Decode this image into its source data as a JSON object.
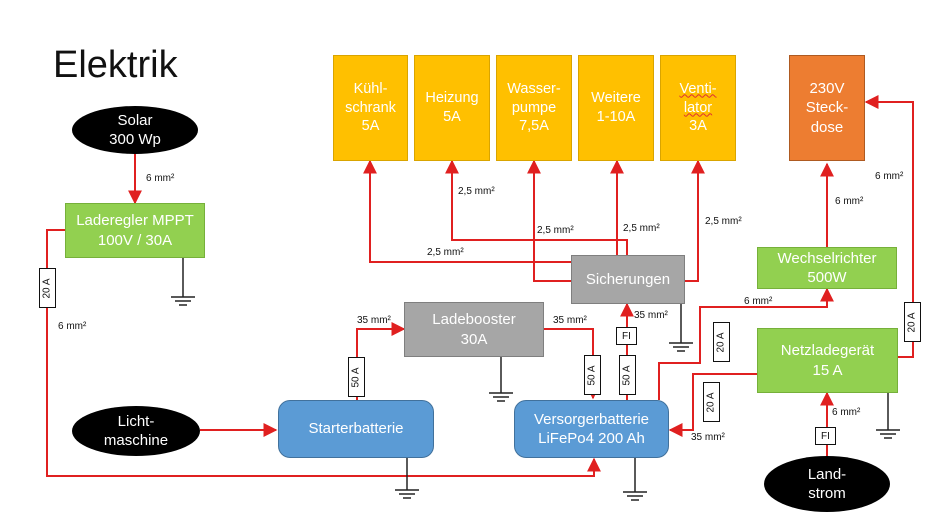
{
  "title": "Elektrik",
  "nodes": {
    "solar": [
      "Solar",
      "300 Wp"
    ],
    "lichtmaschine": [
      "Licht-",
      "maschine"
    ],
    "landstrom": [
      "Land-",
      "strom"
    ],
    "laderegler": [
      "Laderegler MPPT",
      "100V / 30A"
    ],
    "ladebooster": [
      "Ladebooster",
      "30A"
    ],
    "starterbatterie": "Starterbatterie",
    "versorgerbatterie": [
      "Versorgerbatterie",
      "LiFePo4 200 Ah"
    ],
    "sicherungen": "Sicherungen",
    "wechselrichter": [
      "Wechselrichter",
      "500W"
    ],
    "netzladegeraet": [
      "Netzladegerät",
      "15 A"
    ],
    "kuehlschrank": [
      "Kühl-",
      "schrank",
      "5A"
    ],
    "heizung": [
      "Heizung",
      "5A"
    ],
    "wasserpumpe": [
      "Wasser-",
      "pumpe",
      "7,5A"
    ],
    "weitere": [
      "Weitere",
      "1-10A"
    ],
    "ventilator": [
      "Venti-",
      "lator",
      "3A"
    ],
    "steckdose": [
      "230V",
      "Steck-",
      "dose"
    ]
  },
  "cables": {
    "c6_solar": "6 mm²",
    "c6_left": "6 mm²",
    "c35_booster_in": "35 mm²",
    "c35_booster_out": "35 mm²",
    "c35_sich": "35 mm²",
    "c35_netz": "35 mm²",
    "c25_kuehl": "2,5 mm²",
    "c25_heiz": "2,5 mm²",
    "c25_wasser": "2,5 mm²",
    "c25_weitere": "2,5 mm²",
    "c25_venti": "2,5 mm²",
    "c6_wr": "6 mm²",
    "c6_wr_top": "6 mm²",
    "c6_right": "6 mm²",
    "c6_land": "6 mm²"
  },
  "fuses": {
    "f_left": "20 A",
    "f_starter": "50 A",
    "f_booster": "50 A",
    "f_sich": "50 A",
    "fi_sich": "FI",
    "f_wr": "20 A",
    "f_netz": "20 A",
    "f_right": "20 A",
    "fi_land": "FI"
  },
  "colors": {
    "wire": "#e02020",
    "load": "#ffc000",
    "charger": "#92d050",
    "grey_unit": "#a6a6a6",
    "battery": "#5b9bd5",
    "socket": "#ed7d31",
    "source": "#000000"
  }
}
